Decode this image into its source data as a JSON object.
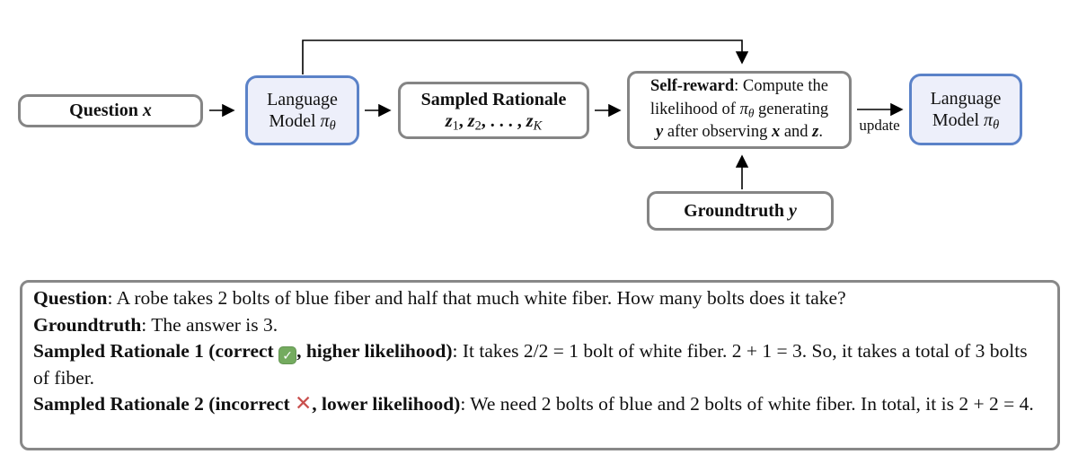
{
  "figure": {
    "colors": {
      "node_border_gray": "#858585",
      "node_border_blue": "#5b82c8",
      "node_fill_blue": "#edeffa",
      "check_green": "#74ab5f",
      "cross_red": "#c9504e",
      "arrow_black": "#000000"
    },
    "nodes": {
      "question": [
        {
          "t": "Question ",
          "b": true
        },
        {
          "t": "x",
          "b": true,
          "i": true
        }
      ],
      "language_model_1": {
        "line1": [
          {
            "t": "Language"
          }
        ],
        "line2": [
          {
            "t": "Model "
          },
          {
            "t": "π",
            "i": true
          },
          {
            "t": "θ",
            "sub": true,
            "i": true
          }
        ]
      },
      "sampled_rationale": {
        "line1": [
          {
            "t": "Sampled Rationale",
            "b": true
          }
        ],
        "line2": [
          {
            "t": "z",
            "b": true,
            "i": true
          },
          {
            "t": "1",
            "sub": true
          },
          {
            "t": ", ",
            "b": true
          },
          {
            "t": "z",
            "b": true,
            "i": true
          },
          {
            "t": "2",
            "sub": true
          },
          {
            "t": ", . . . , ",
            "b": true
          },
          {
            "t": "z",
            "b": true,
            "i": true
          },
          {
            "t": "K",
            "sub": true,
            "i": true
          }
        ]
      },
      "self_reward": {
        "line1": [
          {
            "t": "Self-reward",
            "b": true
          },
          {
            "t": ": Compute the"
          }
        ],
        "line2": [
          {
            "t": "likelihood of "
          },
          {
            "t": "π",
            "i": true
          },
          {
            "t": "θ",
            "sub": true,
            "i": true
          },
          {
            "t": " generating"
          }
        ],
        "line3": [
          {
            "t": "y",
            "b": true,
            "i": true
          },
          {
            "t": " after observing "
          },
          {
            "t": "x",
            "b": true,
            "i": true
          },
          {
            "t": " and "
          },
          {
            "t": "z",
            "b": true,
            "i": true
          },
          {
            "t": "."
          }
        ]
      },
      "update_label": "update",
      "language_model_2": {
        "line1": [
          {
            "t": "Language"
          }
        ],
        "line2": [
          {
            "t": "Model "
          },
          {
            "t": "π",
            "i": true
          },
          {
            "t": "θ",
            "sub": true,
            "i": true
          }
        ]
      },
      "groundtruth": [
        {
          "t": "Groundtruth ",
          "b": true
        },
        {
          "t": "y",
          "b": true,
          "i": true
        }
      ]
    }
  },
  "example": {
    "lines": [
      [
        {
          "t": "Question",
          "b": true
        },
        {
          "t": ": A robe takes 2 bolts of blue fiber and half that much white fiber. How many bolts does it take?"
        }
      ],
      [
        {
          "t": "Groundtruth",
          "b": true
        },
        {
          "t": ": The answer is 3."
        }
      ],
      [
        {
          "t": "Sampled Rationale 1 (correct ",
          "b": true
        },
        {
          "t": "✓",
          "cls": "check-badge",
          "name": "check-icon"
        },
        {
          "t": ", higher likelihood)",
          "b": true
        },
        {
          "t": ": It takes 2/2 = 1 bolt of white fiber. 2 + 1 = 3. So, it takes a total of 3 bolts of fiber."
        }
      ],
      [
        {
          "t": "Sampled Rationale 2 (incorrect ",
          "b": true
        },
        {
          "t": "✕",
          "cls": "x-mark",
          "name": "cross-icon"
        },
        {
          "t": ", lower likelihood)",
          "b": true
        },
        {
          "t": ": We need 2 bolts of blue and 2 bolts of white fiber. In total, it is 2 + 2 = 4."
        }
      ]
    ]
  }
}
